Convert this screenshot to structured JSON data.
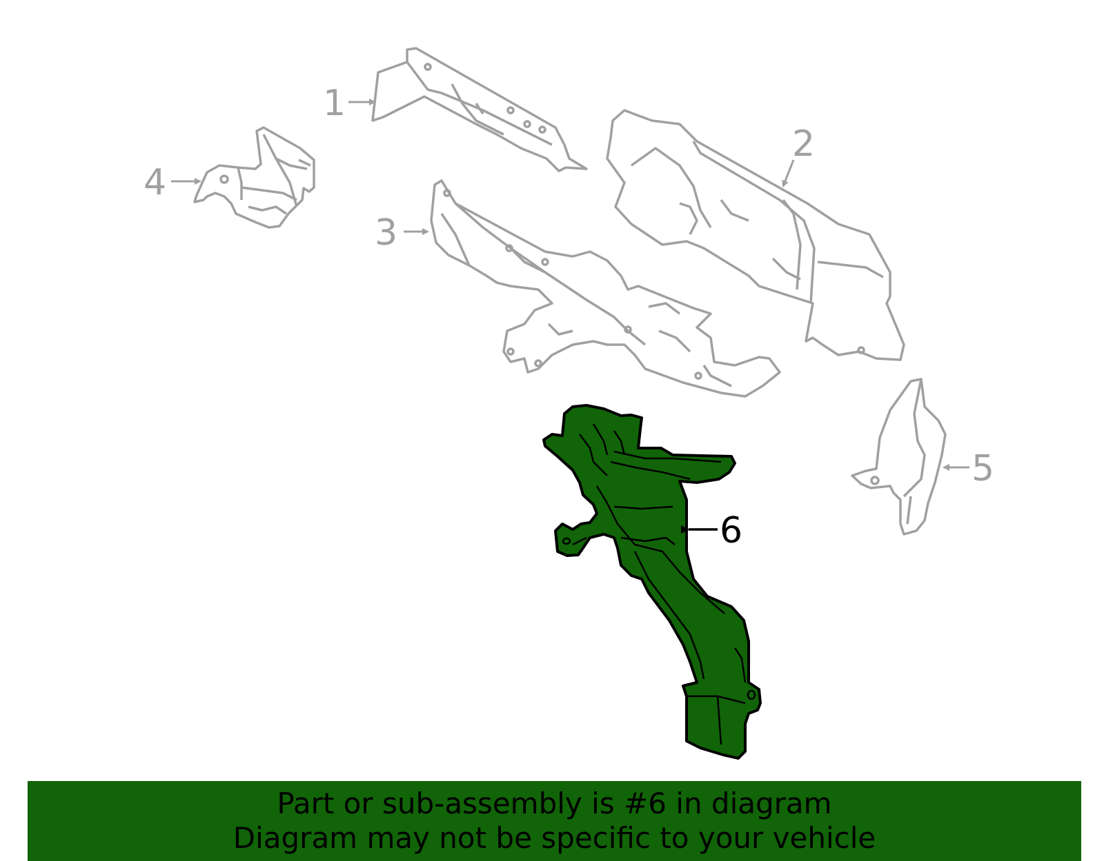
{
  "colors": {
    "background": "#ffffff",
    "inactive_part_stroke": "#a0a0a0",
    "highlight_fill": "#116408",
    "highlight_stroke": "#000000",
    "banner_background": "#116408",
    "banner_text": "#000000"
  },
  "callouts": [
    "1",
    "2",
    "3",
    "4",
    "5",
    "6"
  ],
  "highlighted_callout": "6",
  "banner": {
    "line1": "Part or sub-assembly is #6 in diagram",
    "line2": "Diagram may not be specific to your vehicle"
  }
}
